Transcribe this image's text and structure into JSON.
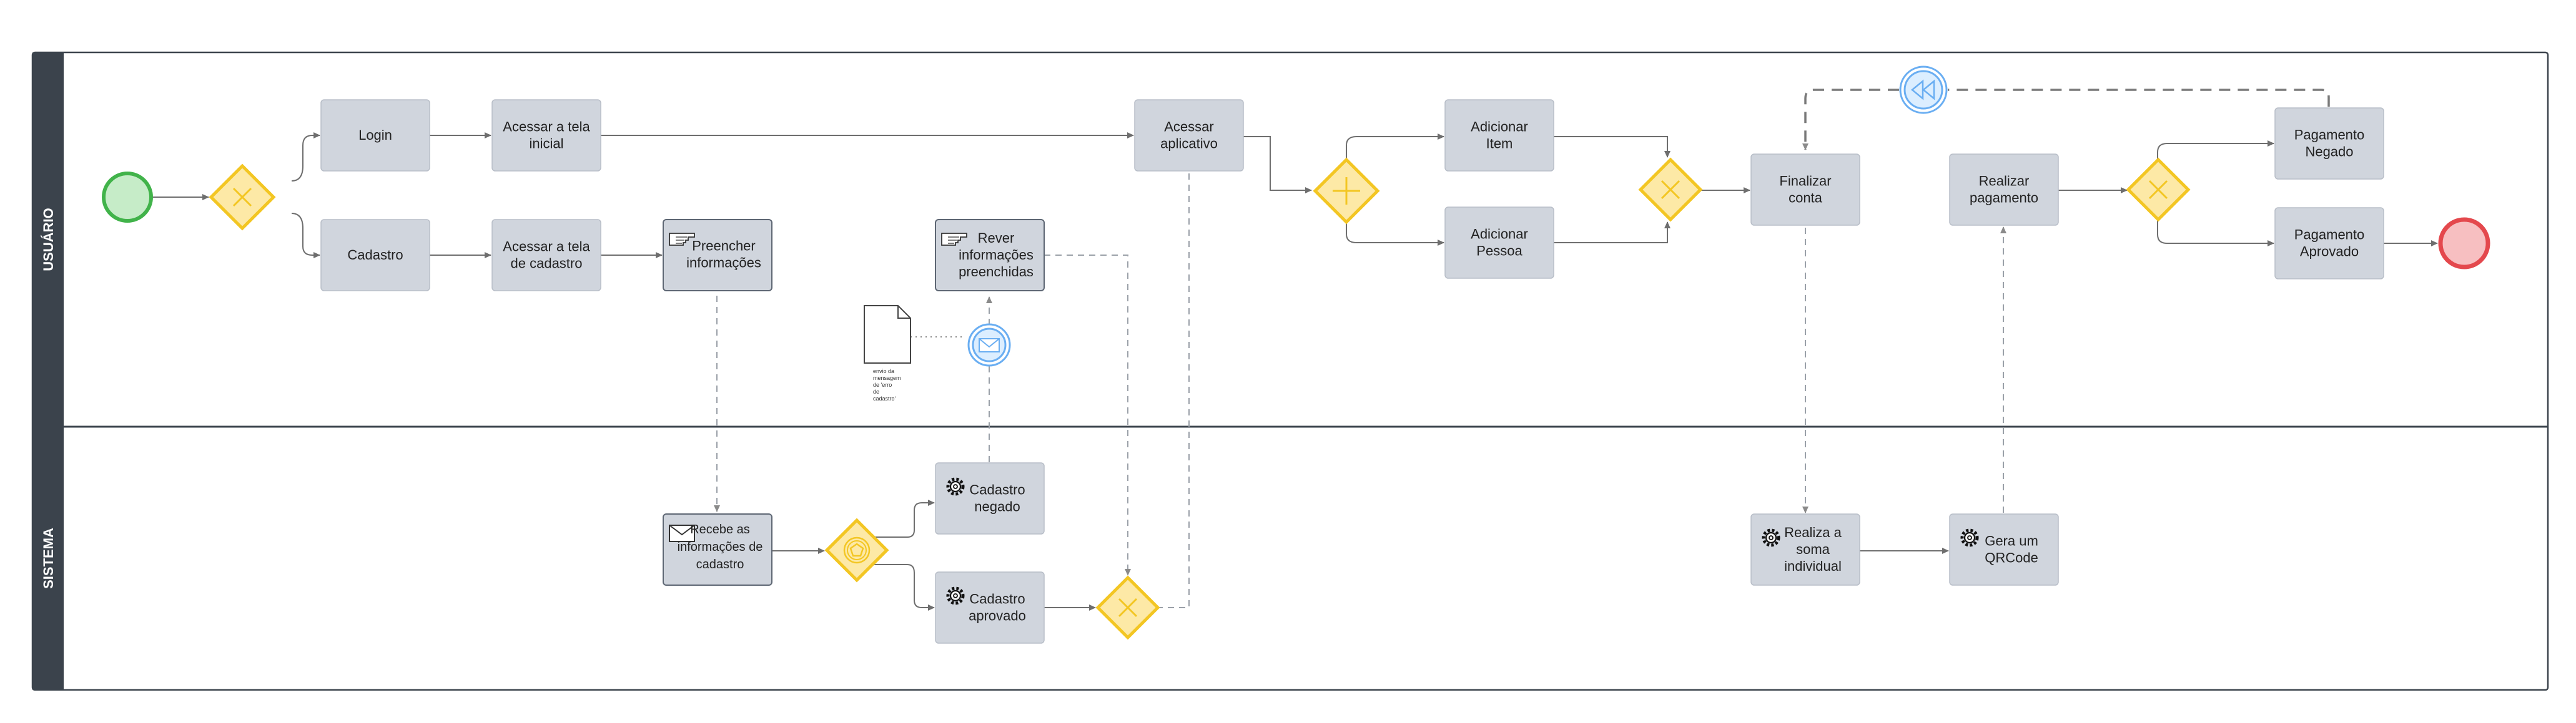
{
  "lanes": {
    "usuario": "USUÁRIO",
    "sistema": "SISTEMA"
  },
  "tasks": {
    "login": [
      "Login"
    ],
    "cadastro": [
      "Cadastro"
    ],
    "acessar_tela_inicial": [
      "Acessar a tela",
      "inicial"
    ],
    "acessar_tela_cadastro": [
      "Acessar a tela",
      "de cadastro"
    ],
    "preencher_informacoes": [
      "Preencher",
      "informações"
    ],
    "rever_informacoes": [
      "Rever",
      "informações",
      "preenchidas"
    ],
    "acessar_aplicativo": [
      "Acessar",
      "aplicativo"
    ],
    "adicionar_item": [
      "Adicionar",
      "Item"
    ],
    "adicionar_pessoa": [
      "Adicionar",
      "Pessoa"
    ],
    "finalizar_conta": [
      "Finalizar",
      "conta"
    ],
    "realizar_pagamento": [
      "Realizar",
      "pagamento"
    ],
    "pagamento_negado": [
      "Pagamento",
      "Negado"
    ],
    "pagamento_aprovado": [
      "Pagamento",
      "Aprovado"
    ],
    "recebe_informacoes": [
      "Recebe as",
      "informações de",
      "cadastro"
    ],
    "cadastro_negado": [
      "Cadastro",
      "negado"
    ],
    "cadastro_aprovado": [
      "Cadastro",
      "aprovado"
    ],
    "realiza_soma": [
      "Realiza a",
      "soma",
      "individual"
    ],
    "gera_qrcode": [
      "Gera um",
      "QRCode"
    ]
  },
  "data_object_note": [
    "envio da",
    "mensagem",
    "de 'erro",
    "de",
    "cadastro'"
  ],
  "colors": {
    "lane_header": "#3b434c",
    "task_fill": "#d0d5dd",
    "gateway_stroke": "#f3c623",
    "gateway_fill": "#fde9a6",
    "start_stroke": "#41b34a",
    "start_fill": "#c6ecc8",
    "end_stroke": "#e4484d",
    "end_fill": "#f7bfc1",
    "intermediate_event": "#6aaef2"
  },
  "icons": [
    "manual-task-icon",
    "message-icon",
    "service-gear-icon",
    "rewind-icon",
    "data-object-icon"
  ]
}
